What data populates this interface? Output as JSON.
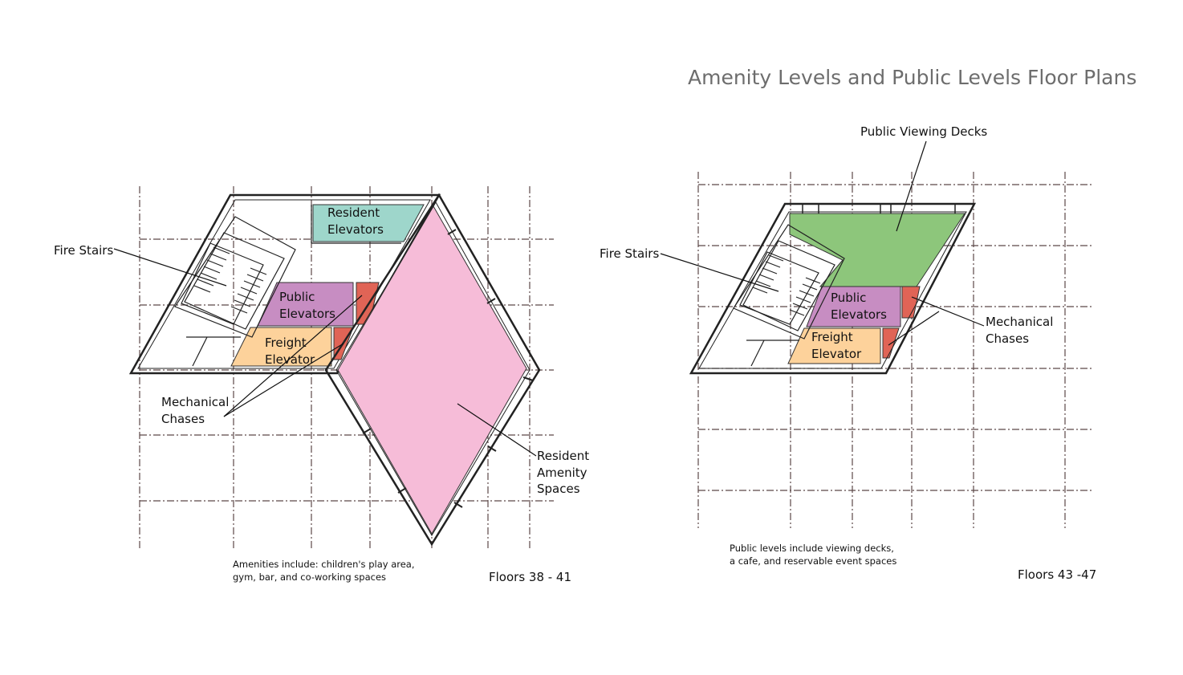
{
  "title": "Amenity Levels and Public Levels Floor Plans",
  "colors": {
    "grid": "#5c4848",
    "wall": "#222222",
    "leader": "#111111",
    "resident_elevators": "#9ed6cb",
    "public_elevators": "#c78dc2",
    "freight_elevator": "#fdd29b",
    "mechanical_chases": "#e06456",
    "resident_amenity": "#f6bcd8",
    "public_viewing_decks": "#8dc67b",
    "title_text": "#6d6d6d"
  },
  "left_plan": {
    "labels": {
      "resident_elevators": "Resident\nElevators",
      "fire_stairs": "Fire Stairs",
      "public_elevators": "Public\nElevators",
      "freight_elevator": "Freight\nElevator",
      "mechanical_chases": "Mechanical\nChases",
      "resident_amenity": "Resident\nAmenity\nSpaces"
    },
    "note": "Amenities include: children's play area,\ngym, bar, and co-working spaces",
    "floors": "Floors 38 - 41"
  },
  "right_plan": {
    "labels": {
      "public_viewing_decks": "Public Viewing Decks",
      "fire_stairs": "Fire Stairs",
      "public_elevators": "Public\nElevators",
      "freight_elevator": "Freight\nElevator",
      "mechanical_chases": "Mechanical\nChases"
    },
    "note": "Public levels include viewing decks,\na cafe, and reservable event spaces",
    "floors": "Floors 43 -47"
  }
}
